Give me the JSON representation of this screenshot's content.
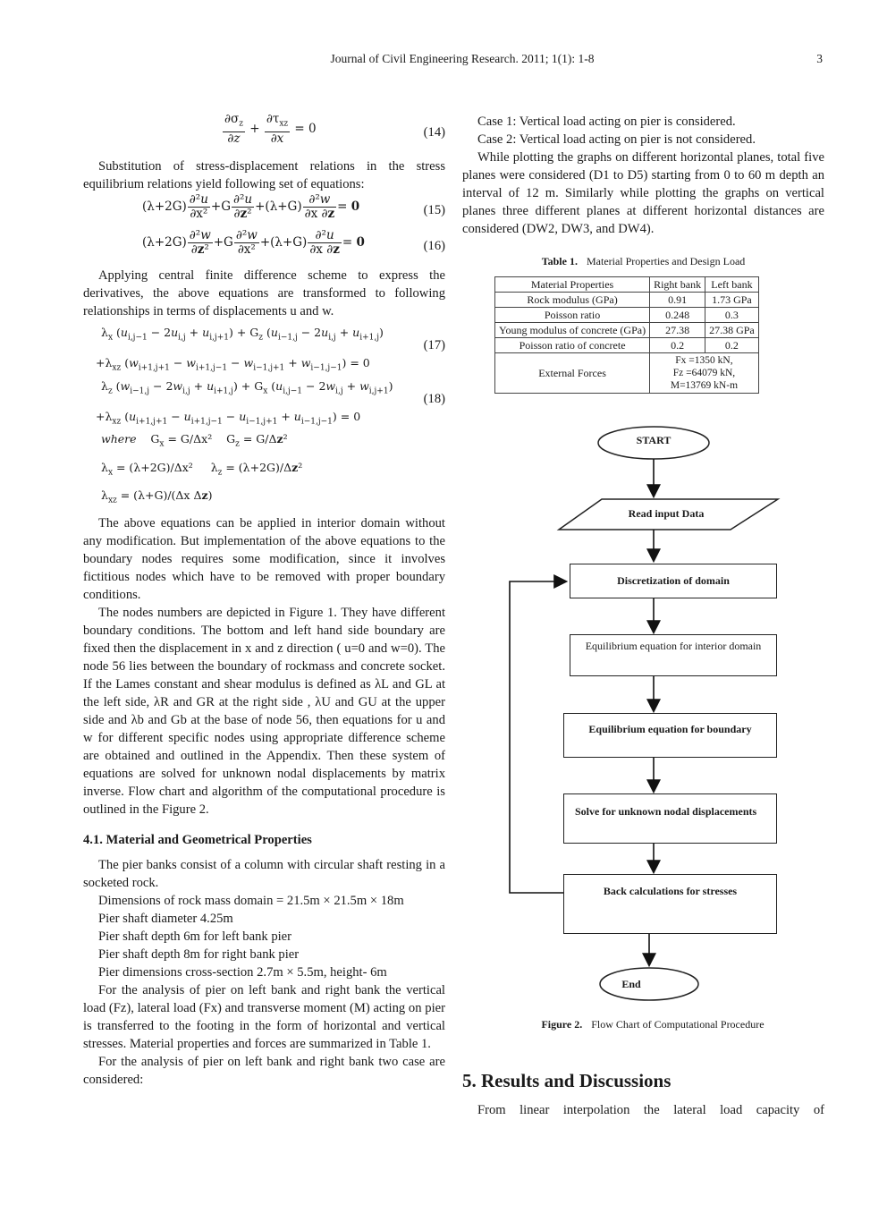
{
  "header": {
    "journal": "Journal of Civil Engineering Research. 2011; 1(1): 1-8",
    "page_number": "3"
  },
  "left_column": {
    "eq14_num": "(14)",
    "para_substitution": "Substitution of stress-displacement relations in the stress equilibrium relations yield following set of equations:",
    "eq15_num": "(15)",
    "eq16_num": "(16)",
    "para_fd": "Applying central finite difference scheme to express the derivatives, the above equations are transformed to following relationships in terms of displacements u and w.",
    "eq17_num": "(17)",
    "eq18_num": "(18)",
    "eq_where": "where",
    "para_interior": "The above equations can be applied in interior domain without any modification. But implementation of the above equations to the boundary nodes requires some modification, since it involves fictitious nodes which have to be removed with proper boundary conditions.",
    "para_nodes": "The nodes numbers are depicted in Figure 1. They have different boundary conditions. The bottom and left hand side boundary are fixed then the displacement in x and z direction ( u=0 and w=0). The node 56 lies between the boundary of rockmass and concrete socket. If the Lames constant and shear modulus is defined as λL and GL at the left side, λR and GR at the right side , λU and GU at the upper side and λb and Gb at the base of node 56, then equations for u and w for different specific nodes using appropriate difference scheme are obtained and outlined in the Appendix. Then these system of equations are solved for unknown nodal displacements by matrix inverse. Flow chart and algorithm of the computational procedure is outlined in the Figure 2.",
    "section_41": "4.1. Material and Geometrical Properties",
    "para_pier": "The pier banks consist of a column with circular shaft resting in a socketed rock.",
    "dims": [
      "Dimensions of rock mass domain = 21.5m × 21.5m × 18m",
      "Pier shaft diameter 4.25m",
      "Pier shaft depth 6m for left bank pier",
      "Pier shaft depth 8m for right bank pier",
      "Pier dimensions cross-section 2.7m × 5.5m, height- 6m"
    ],
    "para_loads": "For the analysis of pier on left bank and right bank the vertical load (Fz), lateral load (Fx) and transverse moment (M) acting on pier is transferred to the footing in the form of horizontal and vertical stresses. Material properties and forces are summarized in Table 1.",
    "para_cases": "For the analysis of pier on left bank and right bank two case are considered:"
  },
  "right_column": {
    "case1": "Case 1: Vertical load acting on pier is considered.",
    "case2": "Case 2: Vertical load acting on pier is not considered.",
    "para_planes": "While plotting the graphs on different horizontal planes, total five planes were considered (D1 to D5) starting from 0 to 60 m depth an interval of 12 m. Similarly while plotting the graphs on vertical planes three different planes at different horizontal distances are considered (DW2, DW3, and DW4).",
    "table1": {
      "label": "Table 1.",
      "title": "Material Properties and Design Load",
      "headers": [
        "Material Properties",
        "Right bank",
        "Left bank"
      ],
      "rows": [
        [
          "Rock modulus (GPa)",
          "0.91",
          "1.73 GPa"
        ],
        [
          "Poisson ratio",
          "0.248",
          "0.3"
        ],
        [
          "Young modulus of concrete (GPa)",
          "27.38",
          "27.38 GPa"
        ],
        [
          "Poisson ratio of concrete",
          "0.2",
          "0.2"
        ]
      ],
      "forces_label": "External Forces",
      "forces": [
        "Fx =1350 kN,",
        "Fz =64079 kN,",
        "M=13769 kN-m"
      ]
    },
    "flowchart": {
      "start": "START",
      "read": "Read input Data",
      "discretize": "Discretization of domain",
      "interior": "Equilibrium equation for interior domain",
      "boundary": "Equilibrium equation for boundary",
      "solve": "Solve for unknown nodal displacements",
      "back": "Back calculations for stresses",
      "end": "End"
    },
    "figure2": {
      "label": "Figure 2.",
      "caption": "Flow Chart of Computational Procedure"
    },
    "section_5": "5. Results and Discussions",
    "para_results": "From linear interpolation the lateral load capacity of"
  }
}
